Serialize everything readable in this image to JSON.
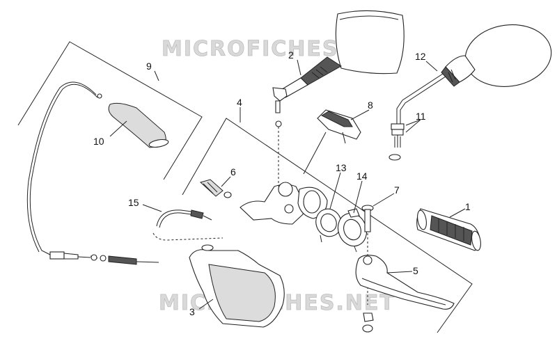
{
  "watermarks": [
    "MICROFICHES.NET",
    "MICROFICHES.NET"
  ],
  "callouts": [
    "1",
    "2",
    "3",
    "4",
    "5",
    "6",
    "7",
    "8",
    "9",
    "10",
    "11",
    "12",
    "13",
    "14",
    "15"
  ]
}
